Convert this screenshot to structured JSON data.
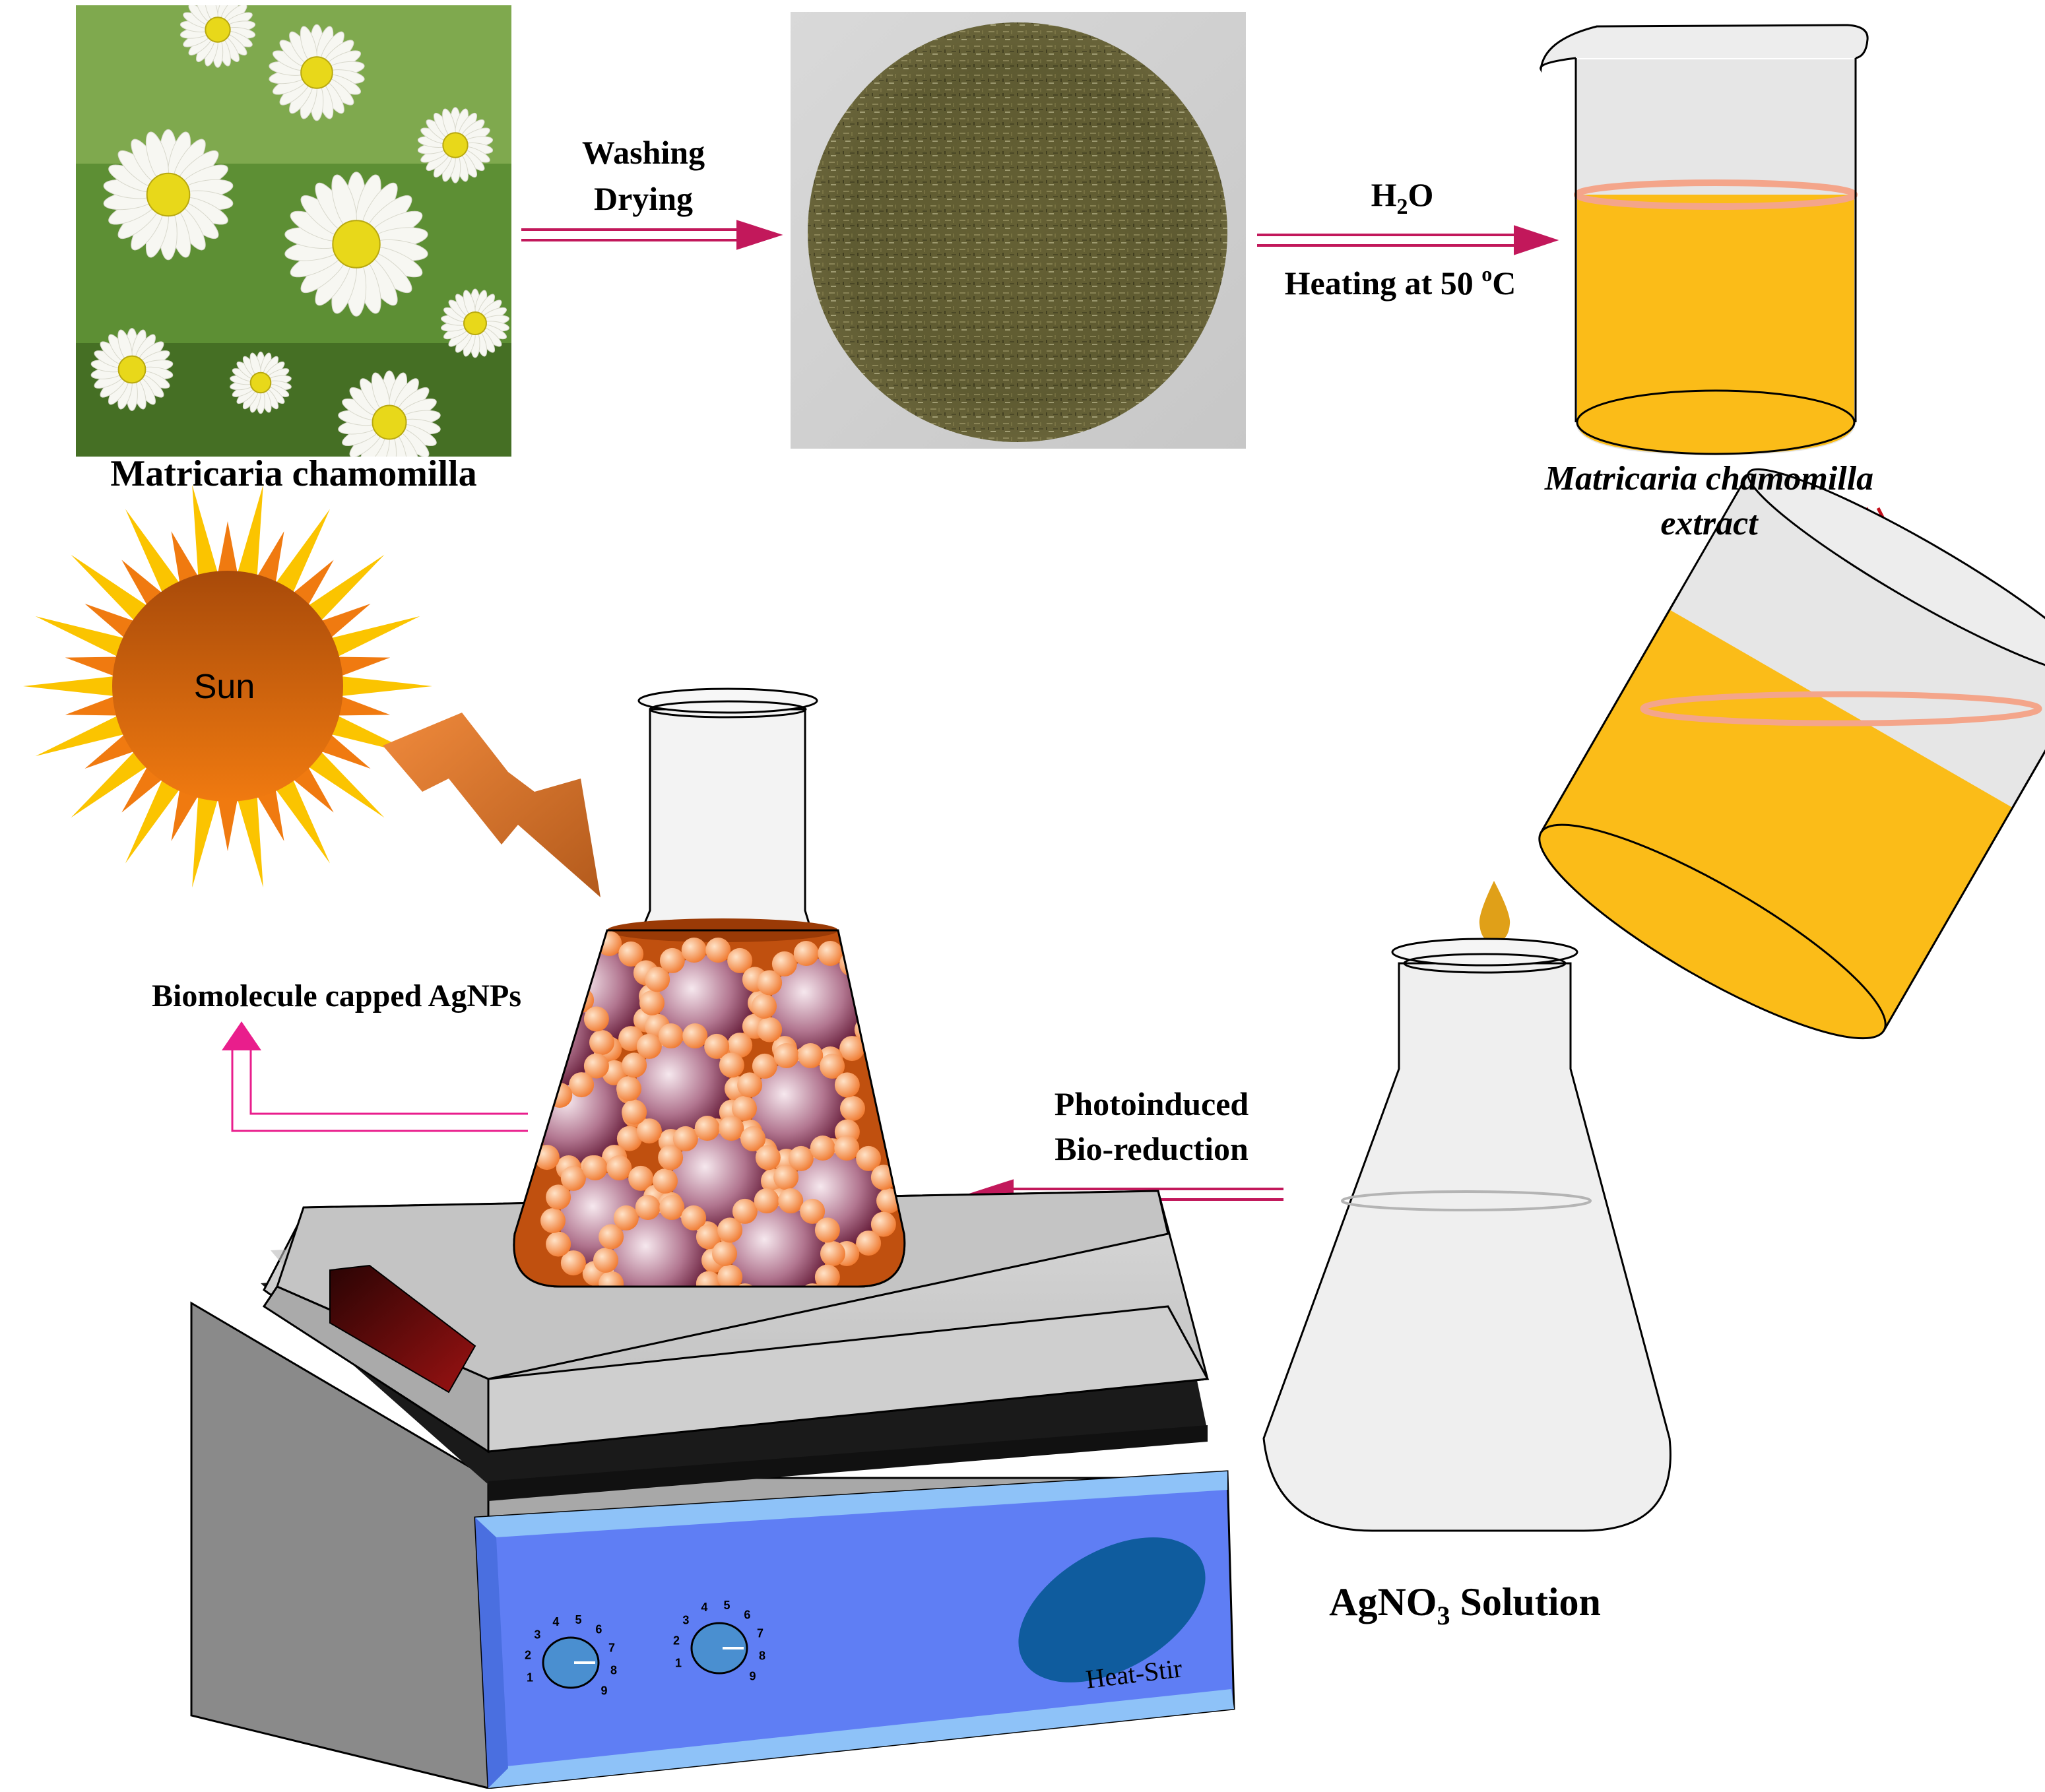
{
  "labels": {
    "plant_name": "Matricaria chamomilla",
    "step1_line1": "Washing",
    "step1_line2": "Drying",
    "step2_line1_main": "H",
    "step2_line1_sub": "2",
    "step2_line1_end": "O",
    "step2_line2_main": "Heating at 50 ",
    "step2_line2_sup": "o",
    "step2_line2_end": "C",
    "extract_line1": "Matricaria chamomilla",
    "extract_line2": "extract",
    "sun": "Sun",
    "capped": "Biomolecule capped AgNPs",
    "photo_line1": "Photoinduced",
    "photo_line2": "Bio-reduction",
    "agno3_main": "AgNO",
    "agno3_sub": "3",
    "agno3_end": " Solution",
    "device": "Heat-Stir",
    "dial_ticks": [
      "1",
      "2",
      "3",
      "4",
      "5",
      "6",
      "7",
      "8",
      "9"
    ]
  },
  "colors": {
    "arrow": "#c2185b",
    "arrow_pink": "#e91e8c",
    "extract": "#fbbc18",
    "meniscus": "#f4a58a",
    "nanoparticle_solution": "#c0500f",
    "particle": "#f7a05a",
    "sun_body": "#d86a10",
    "sun_rays": "#fbc400",
    "panel_blue": "#5f7ef4",
    "panel_edge": "#8ec2f8",
    "oval": "#0f5c9e",
    "display": "#7a0c0c"
  },
  "icons": [
    "chamomile-photo",
    "dried-herb-photo",
    "beaker-icon",
    "tilted-beaker-icon",
    "droplet-icon",
    "erlenmeyer-flask-icon",
    "sun-icon",
    "lightning-bolt-icon",
    "hot-plate-stirrer-icon"
  ]
}
